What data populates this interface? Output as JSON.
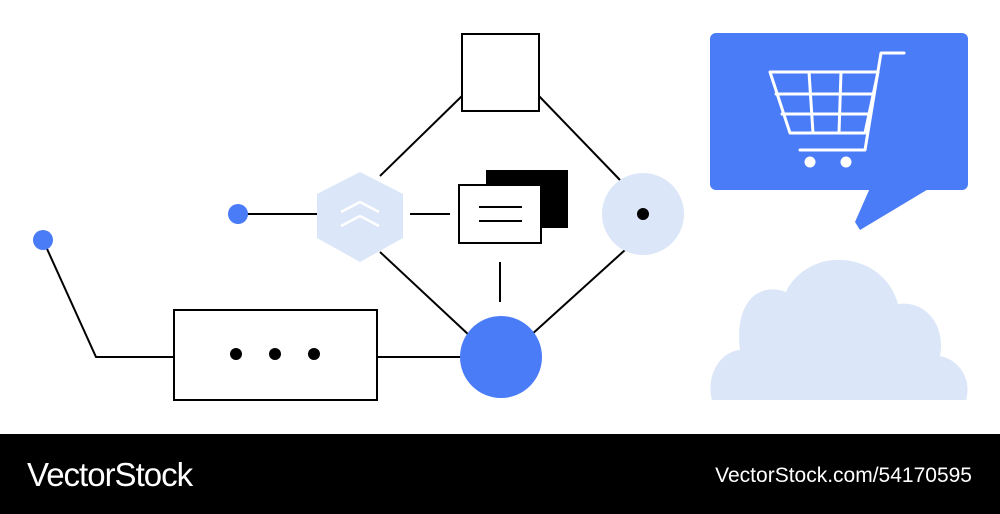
{
  "colors": {
    "blue": "#4a7cf7",
    "light_blue": "#dbe6f8",
    "stroke": "#000000",
    "white": "#ffffff"
  },
  "icons": [
    "square-node",
    "hexagon-chevrons-up-icon",
    "stacked-documents-icon",
    "dot-circle-node",
    "blue-circle-hub",
    "ellipsis-box-icon",
    "shopping-cart-speech-bubble-icon",
    "cloud-icon"
  ],
  "footer": {
    "brand": "VectorStock",
    "stock_id": "VectorStock.com/54170595"
  }
}
